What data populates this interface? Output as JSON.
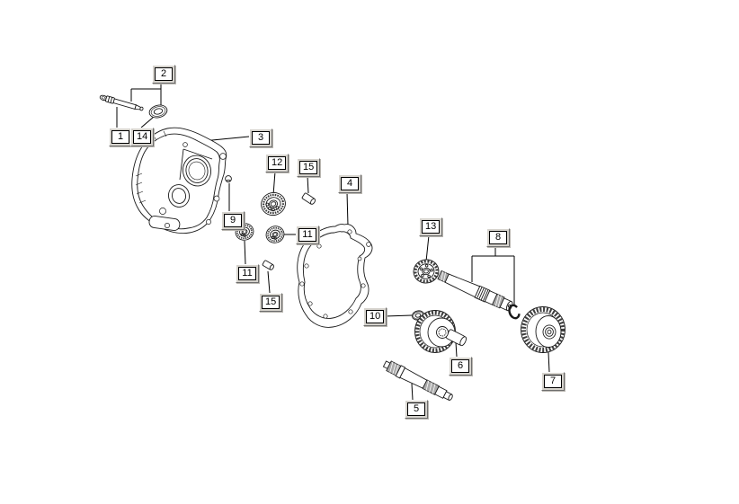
{
  "page": {
    "background": "#ffffff",
    "kind": "exploded-parts-diagram"
  },
  "diagram": {
    "colors": {
      "line": "#1a1a1a",
      "leader": "#000000",
      "label_face": "#ffffff",
      "label_frame": "#d6d3cd",
      "label_shadow": "#6e6e6e",
      "text": "#000000"
    },
    "callouts": {
      "c1": {
        "label": "1"
      },
      "c2": {
        "label": "2"
      },
      "c3": {
        "label": "3"
      },
      "c4": {
        "label": "4"
      },
      "c5": {
        "label": "5"
      },
      "c6": {
        "label": "6"
      },
      "c7": {
        "label": "7"
      },
      "c8": {
        "label": "8"
      },
      "c9": {
        "label": "9"
      },
      "c10": {
        "label": "10"
      },
      "c11a": {
        "label": "11"
      },
      "c11b": {
        "label": "11"
      },
      "c12": {
        "label": "12"
      },
      "c13": {
        "label": "13"
      },
      "c14": {
        "label": "14"
      },
      "c15a": {
        "label": "15"
      },
      "c15b": {
        "label": "15"
      }
    },
    "parts": [
      {
        "callout": "1",
        "kind": "small-shaft-bolt"
      },
      {
        "callout": "2",
        "kind": "bolt-washer-group"
      },
      {
        "callout": "3",
        "kind": "transmission-cover"
      },
      {
        "callout": "4",
        "kind": "gasket"
      },
      {
        "callout": "5",
        "kind": "drive-shaft"
      },
      {
        "callout": "6",
        "kind": "gear-with-stub-shaft"
      },
      {
        "callout": "7",
        "kind": "gear-wheel"
      },
      {
        "callout": "8",
        "kind": "shaft-with-circlip"
      },
      {
        "callout": "9",
        "kind": "screw"
      },
      {
        "callout": "10",
        "kind": "washer"
      },
      {
        "callout": "11",
        "kind": "ball-bearing"
      },
      {
        "callout": "12",
        "kind": "ball-bearing"
      },
      {
        "callout": "13",
        "kind": "ball-bearing"
      },
      {
        "callout": "14",
        "kind": "washer"
      },
      {
        "callout": "15",
        "kind": "dowel-pin"
      }
    ]
  }
}
